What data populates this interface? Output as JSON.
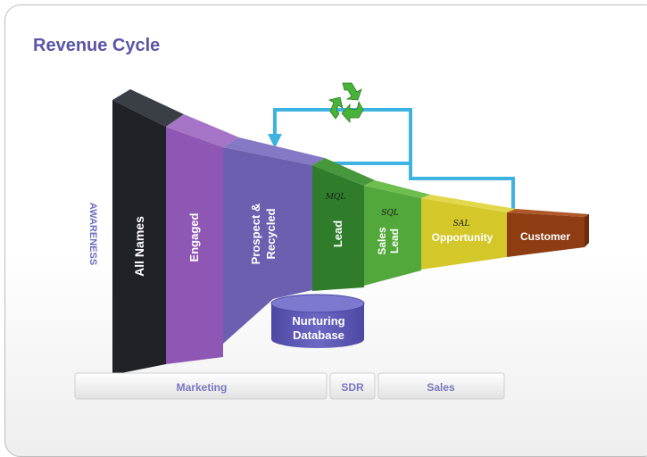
{
  "title": "Revenue Cycle",
  "axis_label": "AWARENESS",
  "stages": [
    {
      "name": "All Names",
      "tag": "",
      "color": "#1f2328"
    },
    {
      "name": "Engaged",
      "tag": "",
      "color": "#8e57b3"
    },
    {
      "name": "Prospect &\nRecycled",
      "tag": "",
      "color": "#6c5fb0"
    },
    {
      "name": "Lead",
      "tag": "MQL",
      "color": "#2f7d2a"
    },
    {
      "name": "Sales\nLead",
      "tag": "SQL",
      "color": "#52a83a"
    },
    {
      "name": "Opportunity",
      "tag": "SAL",
      "color": "#d3c72a"
    },
    {
      "name": "Customer",
      "tag": "",
      "color": "#8e3c12"
    }
  ],
  "database": {
    "line1": "Nurturing",
    "line2": "Database",
    "color": "#5e5ab3"
  },
  "teams": [
    {
      "label": "Marketing"
    },
    {
      "label": "SDR"
    },
    {
      "label": "Sales"
    }
  ],
  "recycle_icon": "recycle-icon",
  "loop_color": "#3eb3e0"
}
